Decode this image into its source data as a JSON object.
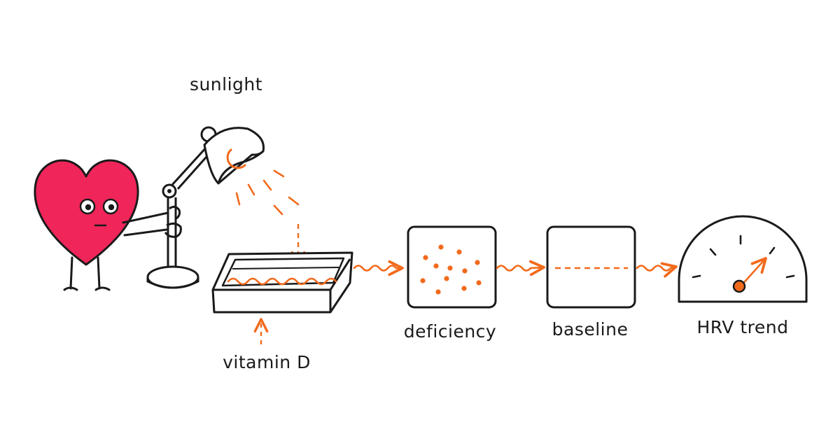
{
  "labels": {
    "sunlight": "sunlight",
    "vitamin_d": "vitamin D",
    "deficiency": "deficiency",
    "baseline": "baseline",
    "hrv_trend": "HRV trend"
  },
  "colors": {
    "ink": "#1a1a1a",
    "accent": "#f26a1b",
    "heart": "#f0255a",
    "background": "#ffffff"
  },
  "icons": [
    "heart-character-icon",
    "desk-lamp-icon",
    "tray-icon",
    "gauge-icon"
  ]
}
